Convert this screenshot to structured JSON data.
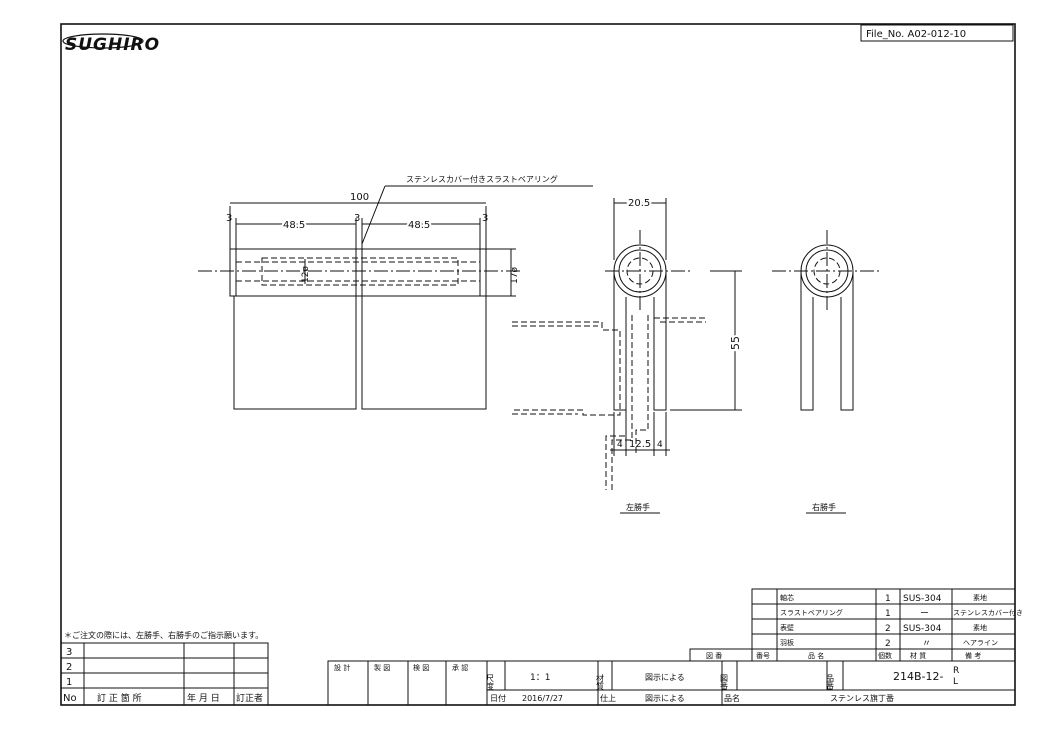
{
  "logo": "SUGHIRO",
  "file_no": "File_No. A02-012-10",
  "front_view": {
    "callout": "ステンレスカバー付きスラストベアリング",
    "dim_total": "100",
    "dim_left_end": "3",
    "dim_left": "48.5",
    "dim_mid": "3",
    "dim_right": "48.5",
    "dim_right_end": "3",
    "dim_bore": "12ø",
    "dim_outer": "17ø"
  },
  "side_view": {
    "dim_top": "20.5",
    "dim_height": "55",
    "dim_a": "4",
    "dim_b": "12.5",
    "dim_c": "4",
    "label_left": "左勝手",
    "label_right": "右勝手"
  },
  "note": "＊ご注文の際には、左勝手、右勝手のご指示願います。",
  "revision": {
    "rows": [
      "3",
      "2",
      "1"
    ],
    "headers": [
      "No",
      "訂 正 箇 所",
      "年 月 日",
      "訂正者"
    ]
  },
  "parts": [
    {
      "name": "軸芯",
      "qty": "1",
      "material": "SUS-304",
      "note": "素地"
    },
    {
      "name": "スラストベアリング",
      "qty": "1",
      "material": "ー",
      "note": "ステンレスカバー付き"
    },
    {
      "name": "表壁",
      "qty": "2",
      "material": "SUS-304",
      "note": "素地"
    },
    {
      "name": "羽板",
      "qty": "2",
      "material": "〃",
      "note": "ヘアライン"
    }
  ],
  "parts_header": [
    "図 番",
    "番号",
    "品 名",
    "個数",
    "材 質",
    "備 考"
  ],
  "title_block": {
    "approvals": [
      "設 計",
      "製 図",
      "検 図",
      "承 認"
    ],
    "scale_label": "尺度",
    "scale": "1：1",
    "date_label": "日付",
    "date": "2016/7/27",
    "material_label": "材質",
    "material": "図示による",
    "finish_label": "仕上",
    "finish": "図示による",
    "drawing_label": "図番",
    "part_no_label": "品番",
    "part_no": "214B-12-",
    "suffix_r": "R",
    "suffix_l": "L",
    "name_label": "品名",
    "name": "ステンレス旗丁番"
  }
}
